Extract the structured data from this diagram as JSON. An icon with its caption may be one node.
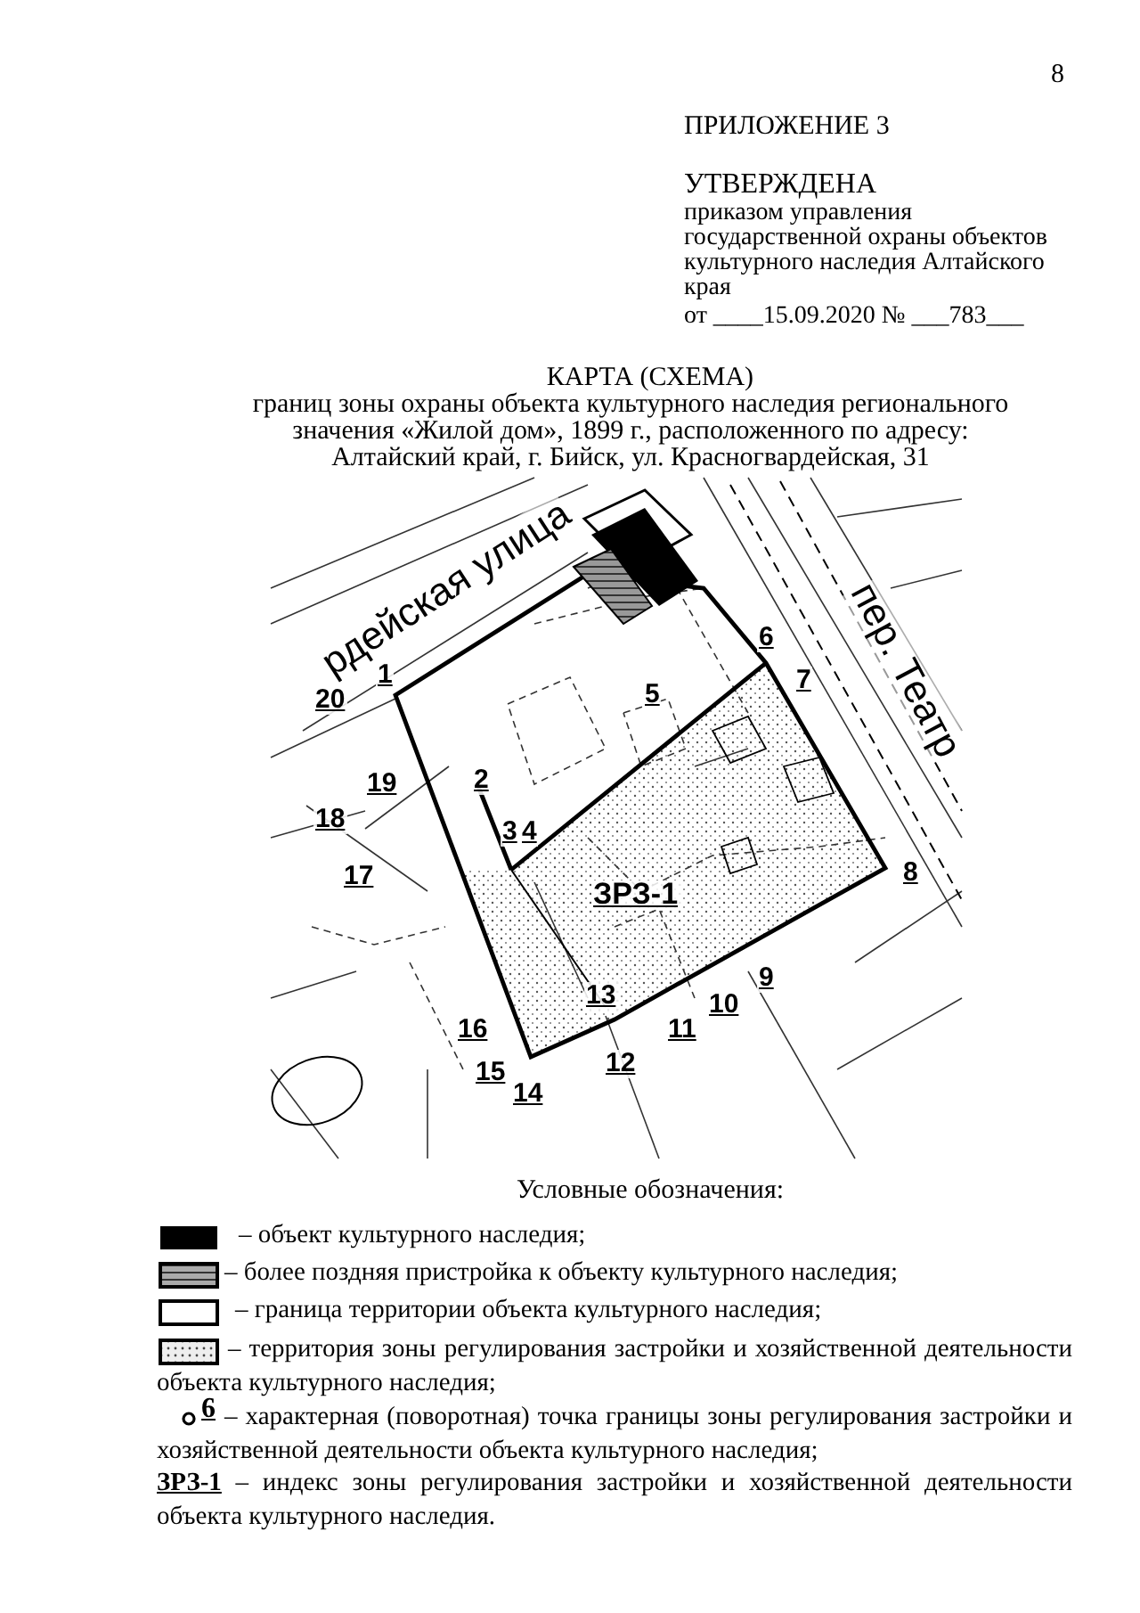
{
  "diagram": {
    "title": "КАРТА (СХЕМА)",
    "labels": [
      "8",
      "ПРИЛОЖЕНИЕ 3",
      "УТВЕРЖДЕНА",
      "приказом управления государственной охраны объектов культурного наследия Алтайского края",
      "от ____15.09.2020 № ___783___",
      "границ зоны охраны объекта культурного наследия регионального значения «Жилой дом», 1899 г., расположенного по адресу: Алтайский край, г. Бийск, ул. Красногвардейская, 31",
      "рдейская улица",
      "пер. Театр",
      "6",
      "1",
      "20",
      "5",
      "7",
      "19",
      "2",
      "18",
      "3",
      "4",
      "ЗРЗ-1",
      "17",
      "8",
      "13",
      "9",
      "10",
      "16",
      "11",
      "15",
      "12",
      "14",
      "Условные обозначения:",
      "6"
    ],
    "legend": [
      {
        "text": "– объект культурного наследия;",
        "color": "#000000"
      },
      {
        "text": "– более поздняя пристройка к объекту культурного наследия;"
      },
      {
        "text": "– граница территории объекта культурного наследия;"
      },
      {
        "text": "– территория зоны регулирования застройки и хозяйственной деятельности объекта культурного наследия;"
      },
      {
        "text": "– характерная (поворотная) точка границы зоны регулирования застройки и хозяйственной деятельности объекта культурного наследия;"
      },
      {
        "text": "**ЗРЗ-1** – индекс зоны регулирования застройки и хозяйственной деятельности объекта культурного наследия."
      }
    ]
  }
}
